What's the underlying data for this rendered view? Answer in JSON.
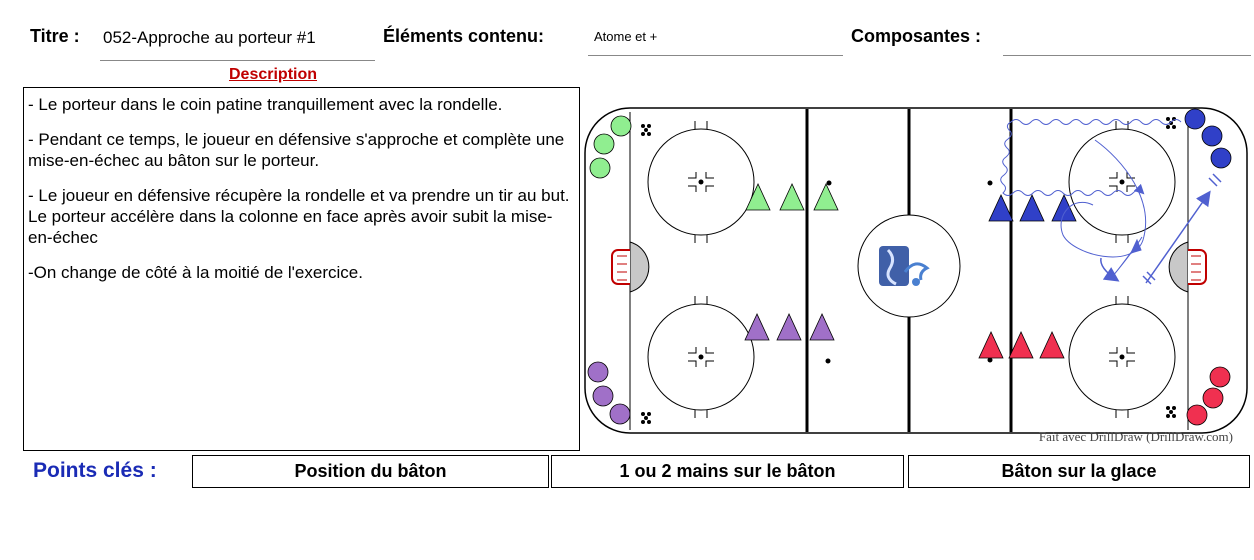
{
  "header": {
    "titre_label": "Titre :",
    "titre_value": "052-Approche au porteur #1",
    "elements_label": "Éléments contenu:",
    "elements_value": "Atome et +",
    "composantes_label": "Composantes :",
    "composantes_value": ""
  },
  "description": {
    "heading": "Description",
    "paragraphs": [
      "-  Le porteur dans le coin patine tranquillement avec la rondelle.",
      "- Pendant ce temps, le joueur en défensive s'approche et complète une mise-en-échec au bâton sur le porteur.",
      "- Le joueur en défensive récupère la rondelle et va prendre un tir au but.  Le porteur accélère dans la colonne en face après avoir subit la mise-en-échec",
      "-On change de côté à la moitié de l'exercice."
    ]
  },
  "rink": {
    "watermark": "Fait avec DrillDraw (DrillDraw.com)",
    "colors": {
      "green": "#90ee90",
      "purple": "#a070c8",
      "blue": "#3040c8",
      "red": "#f03050",
      "goal": "#c00000",
      "arrow": "#5060d0"
    }
  },
  "points_cles": {
    "label": "Points clés :",
    "items": [
      "Position du bâton",
      "1 ou 2 mains sur le bâton",
      "Bâton sur la glace"
    ]
  }
}
